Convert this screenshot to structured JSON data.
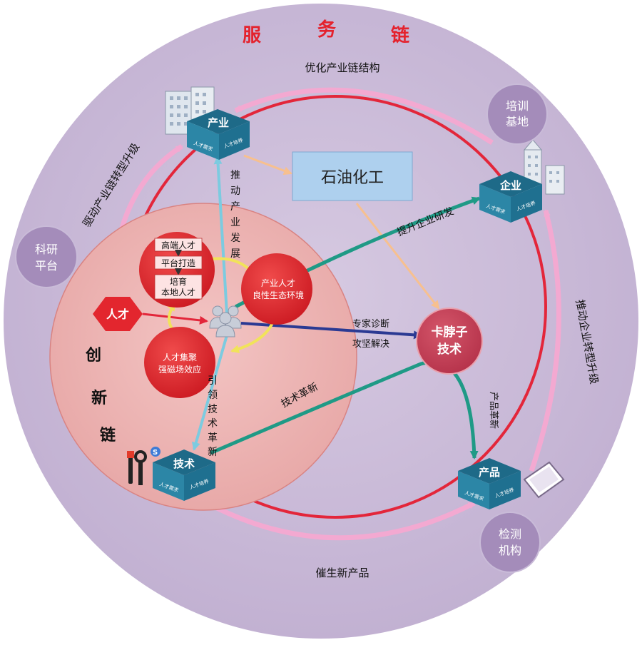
{
  "outer_ring": {
    "title_chars": [
      "服",
      "务",
      "链"
    ]
  },
  "innovation_chain": {
    "chars": [
      "创",
      "新",
      "链"
    ]
  },
  "nodes": {
    "industry": {
      "label": "产业",
      "face_left": "人才需求",
      "face_right": "人才培养"
    },
    "enterprise": {
      "label": "企业",
      "face_left": "人才需求",
      "face_right": "人才培养"
    },
    "technology": {
      "label": "技术",
      "face_left": "人才需求",
      "face_right": "人才培养"
    },
    "product": {
      "label": "产品",
      "face_left": "人才需求",
      "face_right": "人才培养"
    }
  },
  "petrochem": "石油化工",
  "bottleneck": {
    "line1": "卡脖子",
    "line2": "技术"
  },
  "talent": "人才",
  "inner": {
    "high_end": "高端人才",
    "platform": "平台打造",
    "cultivate_1": "培育",
    "cultivate_2": "本地人才",
    "eco_1": "产业人才",
    "eco_2": "良性生态环境",
    "gather_1": "人才集聚",
    "gather_2": "强磁场效应"
  },
  "badges": {
    "training": {
      "line1": "培训",
      "line2": "基地"
    },
    "research": {
      "line1": "科研",
      "line2": "平台"
    },
    "testing": {
      "line1": "检测",
      "line2": "机构"
    }
  },
  "labels": {
    "optimize": "优化产业链结构",
    "drive_industry": "驱动产业链转型升级",
    "drive_enterprise": "推动企业转型升级",
    "new_products": "催生新产品",
    "push_industry": "推动产业发展",
    "lead_tech": "引领技术革新",
    "enterprise_rd": "提升企业研发",
    "expert_1": "专家诊断",
    "expert_2": "攻坚解决",
    "tech_innovation": "技术革新",
    "product_innovation": "产品革新"
  },
  "colors": {
    "outer_fill": "#cbbbd8",
    "red_ring": "#e3263a",
    "inner_fill": "#eeb7b6",
    "teal": "#1f9a86",
    "navy": "#2b3a93",
    "light_blue": "#8fd3e2",
    "bottleneck": "#c7404f",
    "node_red": "#e3262e",
    "title_red": "#e4222d",
    "badge": "#a48cba",
    "box_blue": "#aed0ee"
  }
}
